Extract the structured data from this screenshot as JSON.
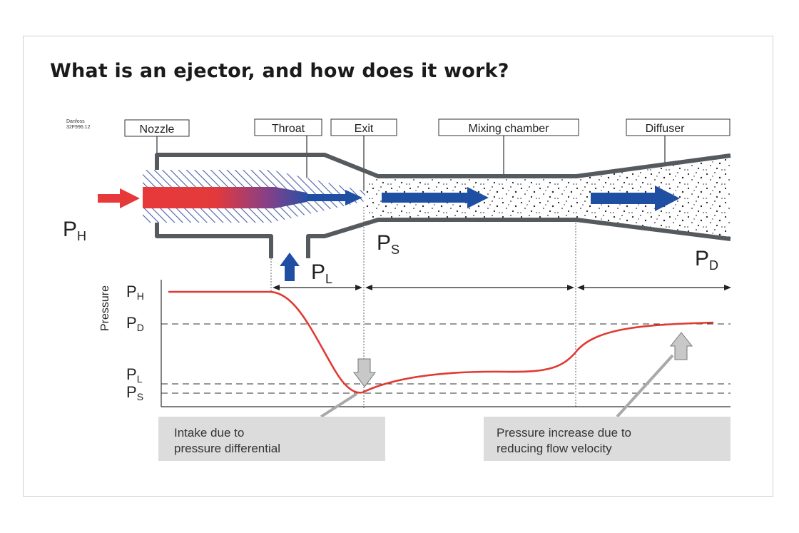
{
  "title": "What is an ejector, and how does it work?",
  "brand_code": {
    "line1": "Danfoss",
    "line2": "32F996.12"
  },
  "section_labels": {
    "nozzle": "Nozzle",
    "throat": "Throat",
    "exit": "Exit",
    "mixing_chamber": "Mixing chamber",
    "diffuser": "Diffuser"
  },
  "pressure_symbols": {
    "ph": {
      "base": "P",
      "sub": "H"
    },
    "pl": {
      "base": "P",
      "sub": "L"
    },
    "ps": {
      "base": "P",
      "sub": "S"
    },
    "pd": {
      "base": "P",
      "sub": "D"
    }
  },
  "graph": {
    "y_axis_label": "Pressure",
    "levels": [
      "P_H",
      "P_D",
      "P_L",
      "P_S"
    ]
  },
  "notes": {
    "intake_line1": "Intake due to",
    "intake_line2": "pressure differential",
    "increase_line1": "Pressure increase due to",
    "increase_line2": "reducing flow velocity"
  },
  "colors": {
    "motive_flow_red": "#e8393a",
    "flow_blue": "#1f4fa3",
    "wall_gray": "#555a5e",
    "curve_red": "#e03a32",
    "note_bg": "#dcdcdc"
  },
  "icons": [
    "red-inlet-arrow-icon",
    "blue-flow-arrow-icon",
    "blue-suction-arrow-icon",
    "gray-down-arrow-icon",
    "gray-up-arrow-icon"
  ]
}
